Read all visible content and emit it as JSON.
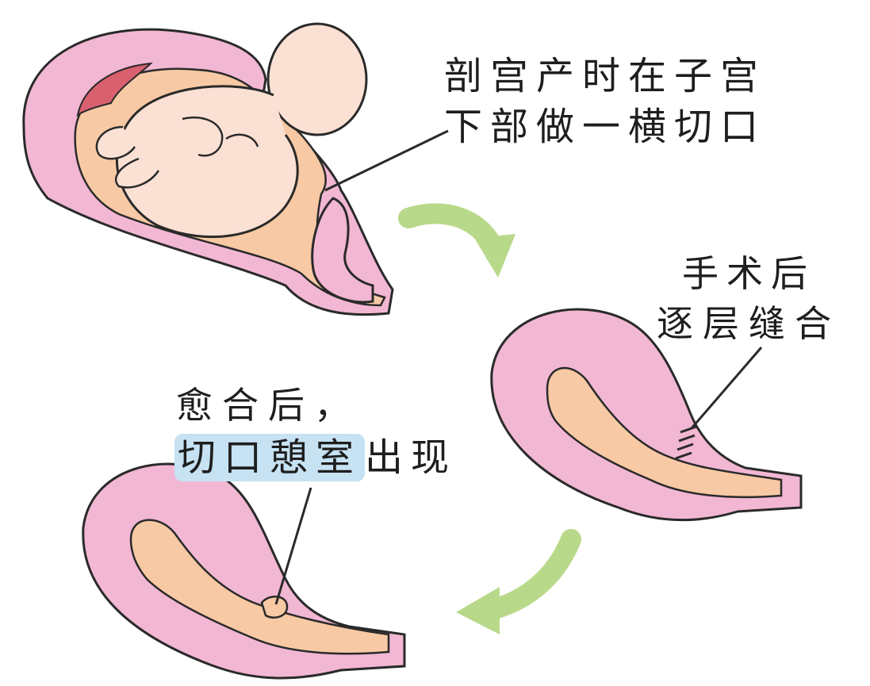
{
  "captions": {
    "csection_line1": "剖宫产时在子宫",
    "csection_line2": "下部做一横切口",
    "after_surgery_line1": "手术后",
    "after_surgery_line2": "逐层缝合",
    "healed_line1": "愈合后，",
    "healed_highlight": "切口憩室",
    "healed_tail": "出现"
  },
  "colors": {
    "uterus_wall": "#f2b7d3",
    "uterus_outline": "#2a2a2a",
    "cavity": "#f7c9a4",
    "placenta": "#d9606e",
    "fetus": "#fbe0d4",
    "arrow": "#b9d98a",
    "highlight": "#c6e2f3"
  },
  "icons": [
    "fetus-figure",
    "uterus-cross-section",
    "curved-arrow"
  ]
}
